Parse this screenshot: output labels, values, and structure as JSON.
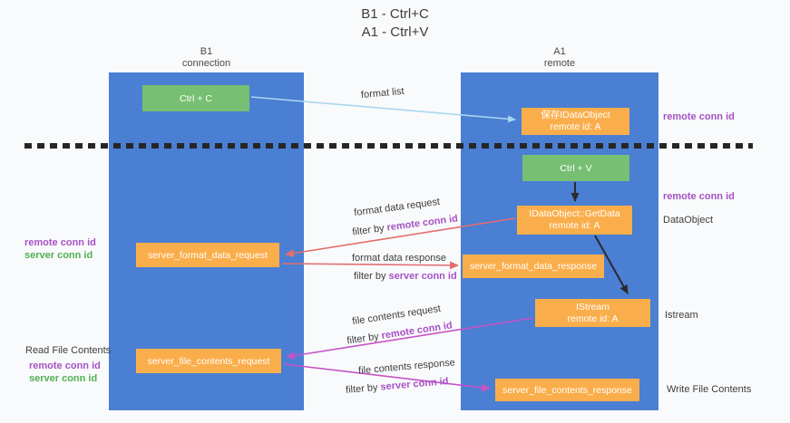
{
  "colors": {
    "column_blue": "#4a7fd3",
    "box_green": "#77bf72",
    "box_orange": "#faae4b",
    "text_purple": "#a552c6",
    "text_green": "#50b053",
    "arrow_red": "#e26e6e",
    "arrow_magenta": "#c653c6",
    "arrow_lightblue": "#a9d5f1",
    "arrow_black": "#2b2b2b",
    "dashed_line": "#262626"
  },
  "title": {
    "line1": "B1 - Ctrl+C",
    "line2": "A1 - Ctrl+V"
  },
  "columns": {
    "left": {
      "name": "B1",
      "subtitle": "connection"
    },
    "right": {
      "name": "A1",
      "subtitle": "remote"
    }
  },
  "boxes": {
    "ctrl_c": "Ctrl + C",
    "save_idataobject": {
      "line1": "保存IDataObject",
      "line2": "remote id: A"
    },
    "ctrl_v": "Ctrl + V",
    "getdata": {
      "line1": "IDataObject::GetData",
      "line2": "remote id: A"
    },
    "format_request": "server_format_data_request",
    "format_response": "server_format_data_response",
    "istream": {
      "line1": "IStream",
      "line2": "remote id: A"
    },
    "file_request": "server_file_contents_request",
    "file_response": "server_file_contents_response"
  },
  "side_labels": {
    "remote_conn_id_top": "remote conn id",
    "remote_conn_id_mid": "remote conn id",
    "dataobject": "DataObject",
    "istream": "Istream",
    "write_file_contents": "Write File Contents",
    "left_remote_1": "remote conn id",
    "left_server_1": "server conn id",
    "read_file_contents": "Read File Contents",
    "left_remote_2": "remote conn id",
    "left_server_2": "server conn id"
  },
  "arrow_labels": {
    "format_list": "format list",
    "format_data_request": "format data request",
    "filter_by_1_prefix": "filter by ",
    "filter_by_1_key": "remote conn id",
    "format_data_response": "format data response",
    "filter_by_2_prefix": "filter by ",
    "filter_by_2_key": "server conn id",
    "file_contents_request": "file contents request",
    "filter_by_3_prefix": "filter by ",
    "filter_by_3_key": "remote conn id",
    "file_contents_response": "file contents response",
    "filter_by_4_prefix": "filter by ",
    "filter_by_4_key": "server conn id"
  }
}
